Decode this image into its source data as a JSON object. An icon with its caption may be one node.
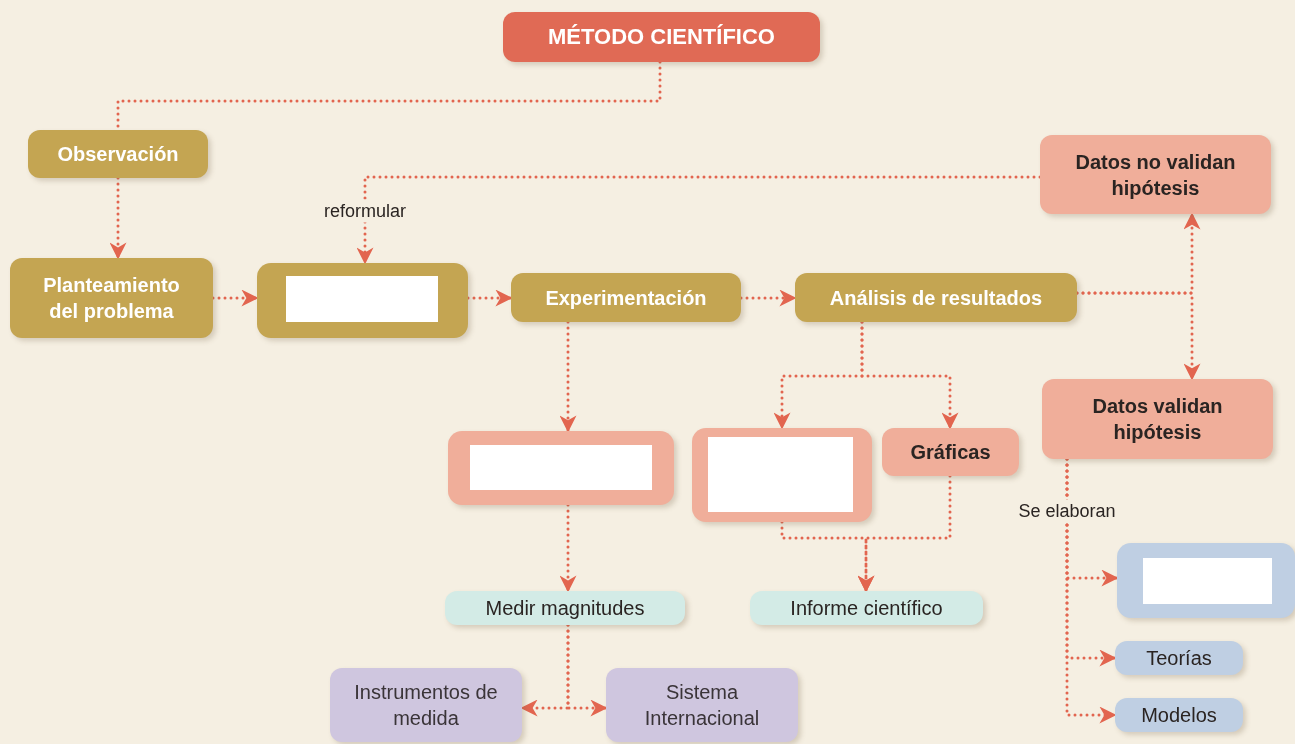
{
  "diagram": {
    "nodes": [
      {
        "text": [
          "MÉTODO CIENTÍFICO"
        ]
      },
      {
        "text": [
          "Observación"
        ]
      },
      {
        "text": [
          "Planteamiento del problema"
        ]
      },
      {
        "text": [],
        "shape": "box"
      },
      {
        "text": [
          "Experimentación"
        ]
      },
      {
        "text": [
          "Análisis de resultados"
        ]
      },
      {
        "text": [
          "Datos no validan hipótesis"
        ]
      },
      {
        "text": [
          "Datos validan hipótesis"
        ]
      },
      {
        "text": [],
        "shape": "box"
      },
      {
        "text": [],
        "shape": "box"
      },
      {
        "text": [
          "Gráficas"
        ]
      },
      {
        "text": [
          "Medir magnitudes"
        ]
      },
      {
        "text": [
          "Informe científico"
        ]
      },
      {
        "text": [
          "Instrumentos de medida"
        ]
      },
      {
        "text": [
          "Sistema Internacional"
        ]
      },
      {
        "text": [],
        "shape": "box"
      },
      {
        "text": [
          "Teorías"
        ]
      },
      {
        "text": [
          "Modelos"
        ]
      }
    ],
    "edges": [
      {
        "from": 0,
        "to": 1,
        "arrow": "none"
      },
      {
        "from": 1,
        "to": 2,
        "arrow": "to"
      },
      {
        "from": 2,
        "to": 3,
        "arrow": "to"
      },
      {
        "from": 6,
        "to": 3,
        "arrow": "to",
        "label": "reformular"
      },
      {
        "from": 3,
        "to": 4,
        "arrow": "to"
      },
      {
        "from": 4,
        "to": 5,
        "arrow": "to"
      },
      {
        "from": 5,
        "to": 6,
        "arrow": "to"
      },
      {
        "from": 5,
        "to": 7,
        "arrow": "to"
      },
      {
        "from": 5,
        "to": 9,
        "arrow": "to"
      },
      {
        "from": 5,
        "to": 10,
        "arrow": "to"
      },
      {
        "from": 4,
        "to": 8,
        "arrow": "to"
      },
      {
        "from": 8,
        "to": 11,
        "arrow": "to"
      },
      {
        "from": 9,
        "to": 12,
        "arrow": "to"
      },
      {
        "from": 10,
        "to": 12,
        "arrow": "to"
      },
      {
        "from": 11,
        "to": 13,
        "arrow": "to"
      },
      {
        "from": 11,
        "to": 14,
        "arrow": "to"
      },
      {
        "from": 7,
        "to": 15,
        "arrow": "to",
        "label": "Se elaboran"
      },
      {
        "from": 7,
        "to": 16,
        "arrow": "to"
      },
      {
        "from": 7,
        "to": 17,
        "arrow": "to"
      }
    ]
  }
}
